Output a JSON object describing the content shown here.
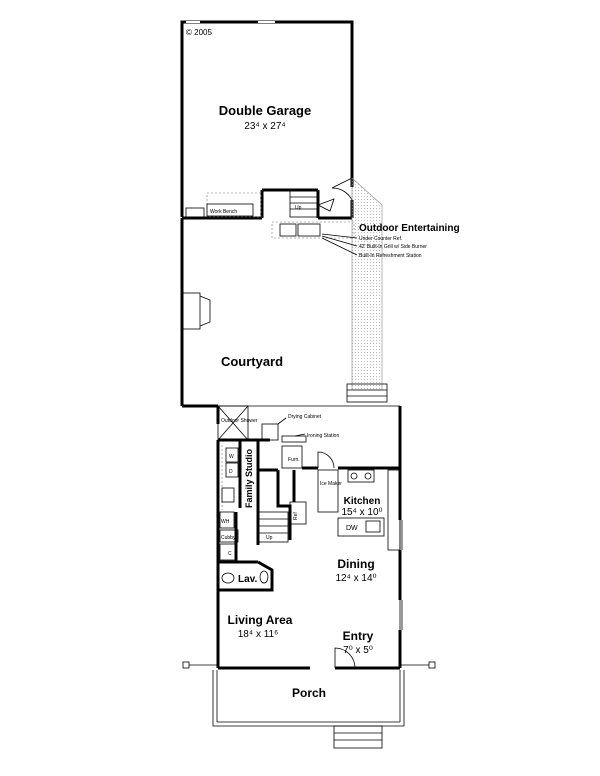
{
  "copyright": "© 2005",
  "rooms": {
    "garage": {
      "name": "Double Garage",
      "dim": "23⁴ x 27⁴"
    },
    "courtyard": {
      "name": "Courtyard"
    },
    "kitchen": {
      "name": "Kitchen",
      "dim": "15⁴ x 10⁰"
    },
    "dining": {
      "name": "Dining",
      "dim": "12⁴ x 14⁰"
    },
    "living": {
      "name": "Living Area",
      "dim": "18⁴ x 11⁶"
    },
    "entry": {
      "name": "Entry",
      "dim": "7⁰ x 5⁰"
    },
    "porch": {
      "name": "Porch"
    },
    "lav": {
      "name": "Lav."
    },
    "family_studio": {
      "name": "Family Studio"
    }
  },
  "outdoor": {
    "title": "Outdoor Entertaining",
    "items": [
      "Under Counter Ref.",
      "42' Built-In Grill w/ Side Burner",
      "Built-In Refreshment Station"
    ]
  },
  "labels": {
    "work_bench": "Work Bench",
    "up_garage": "Up",
    "up_stair": "Up",
    "outdoor_shower": "Outdoor Shower",
    "drying_cabinet": "Drying Cabinet",
    "ironing_station": "Ironing Station",
    "furn": "Furn.",
    "ice_maker": "Ice Maker",
    "ref": "Ref",
    "dw": "DW",
    "wh": "WH",
    "cubby": "Cubby",
    "washer": "W",
    "dryer": "D",
    "closet": "C"
  }
}
